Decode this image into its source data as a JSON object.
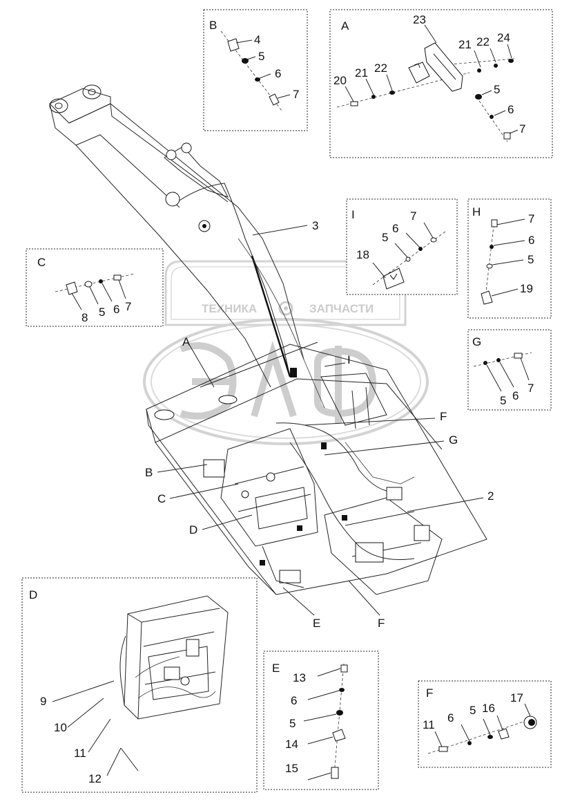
{
  "watermark": {
    "left_text": "ТЕХНИКА",
    "right_text": "ЗАПЧАСТИ",
    "logo_text": "ЭЛФ"
  },
  "detail_boxes": {
    "B": {
      "title": "B",
      "labels": [
        "4",
        "5",
        "6",
        "7"
      ]
    },
    "A": {
      "title": "A",
      "labels": [
        "23",
        "21",
        "22",
        "24",
        "20",
        "21",
        "22",
        "5",
        "6",
        "7"
      ]
    },
    "I": {
      "title": "I",
      "labels": [
        "7",
        "5",
        "6",
        "18"
      ]
    },
    "H": {
      "title": "H",
      "labels": [
        "7",
        "6",
        "5",
        "19"
      ]
    },
    "C": {
      "title": "C",
      "labels": [
        "8",
        "5",
        "6",
        "7"
      ]
    },
    "G": {
      "title": "G",
      "labels": [
        "5",
        "6",
        "7"
      ]
    },
    "D": {
      "title": "D",
      "labels": [
        "9",
        "10",
        "11",
        "12"
      ]
    },
    "E": {
      "title": "E",
      "labels": [
        "13",
        "6",
        "5",
        "14",
        "15"
      ]
    },
    "F": {
      "title": "F",
      "labels": [
        "11",
        "6",
        "5",
        "16",
        "17"
      ]
    }
  },
  "main_callouts": {
    "c3": "3",
    "cA": "A",
    "cI": "I",
    "cF1": "F",
    "cG": "G",
    "cB": "B",
    "cC": "C",
    "cD": "D",
    "c2": "2",
    "cE": "E",
    "cF2": "F"
  }
}
